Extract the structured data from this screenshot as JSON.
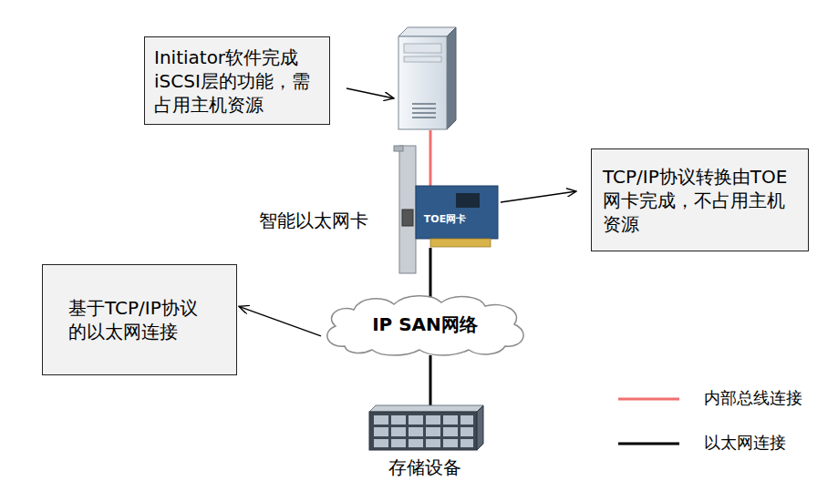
{
  "diagram": {
    "nodes": [
      {
        "text": [
          "Initiator软件完成 iSCSI层的功能，需占用主机资源"
        ]
      },
      {
        "text": [
          "TCP/IP协议转换由TOE网卡完成，不占用主机资源"
        ]
      },
      {
        "text": [
          "基于TCP/IP协议的以太网连接"
        ]
      },
      {
        "text": [
          "IP SAN网络"
        ]
      }
    ],
    "edges": [
      {
        "from": 3,
        "to": 2,
        "arrow": "to"
      }
    ],
    "labels": [
      "TOE网卡",
      "智能以太网卡",
      "存储设备"
    ],
    "legend": [
      {
        "text": "内部总线连接"
      },
      {
        "text": "以太网连接"
      }
    ]
  }
}
